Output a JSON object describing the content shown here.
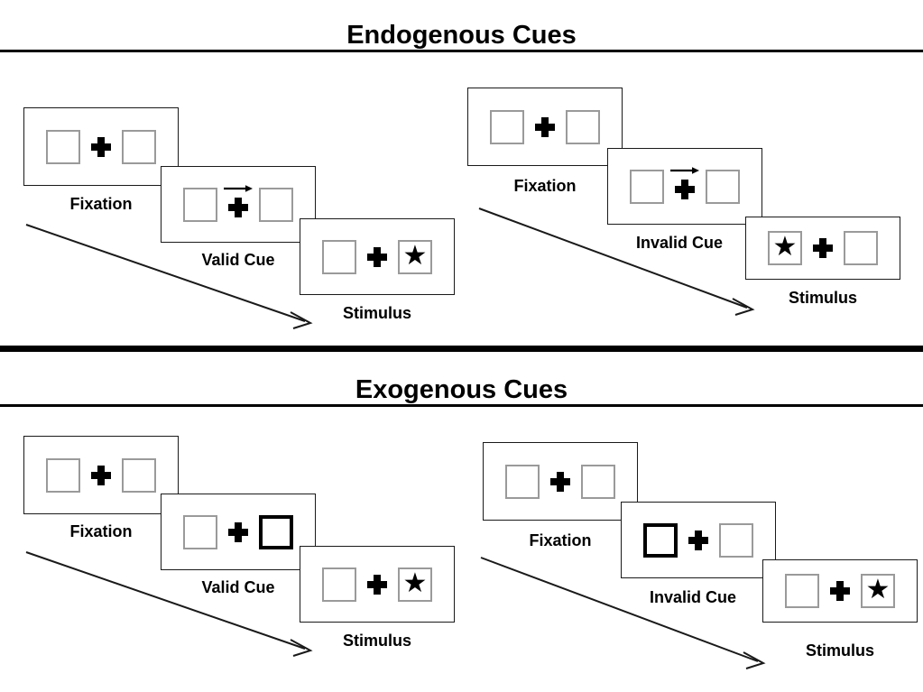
{
  "figure": {
    "sections": [
      {
        "id": "endogenous",
        "title": "Endogenous Cues",
        "sequences": [
          {
            "id": "endogenous-valid",
            "cue_type": "valid",
            "panels": [
              {
                "label": "Fixation",
                "left_box": "empty",
                "right_box": "empty",
                "cue": "none",
                "arrow_direction": ""
              },
              {
                "label": "Valid Cue",
                "left_box": "empty",
                "right_box": "empty",
                "cue": "arrow",
                "arrow_direction": "right"
              },
              {
                "label": "Stimulus",
                "left_box": "empty",
                "right_box": "star",
                "cue": "none",
                "arrow_direction": ""
              }
            ]
          },
          {
            "id": "endogenous-invalid",
            "cue_type": "invalid",
            "panels": [
              {
                "label": "Fixation",
                "left_box": "empty",
                "right_box": "empty",
                "cue": "none",
                "arrow_direction": ""
              },
              {
                "label": "Invalid Cue",
                "left_box": "empty",
                "right_box": "empty",
                "cue": "arrow",
                "arrow_direction": "right"
              },
              {
                "label": "Stimulus",
                "left_box": "star",
                "right_box": "empty",
                "cue": "none",
                "arrow_direction": ""
              }
            ]
          }
        ]
      },
      {
        "id": "exogenous",
        "title": "Exogenous Cues",
        "sequences": [
          {
            "id": "exogenous-valid",
            "cue_type": "valid",
            "panels": [
              {
                "label": "Fixation",
                "left_box": "empty",
                "right_box": "empty",
                "cue": "none",
                "arrow_direction": ""
              },
              {
                "label": "Valid Cue",
                "left_box": "empty",
                "right_box": "cued",
                "cue": "box-flash",
                "arrow_direction": ""
              },
              {
                "label": "Stimulus",
                "left_box": "empty",
                "right_box": "star",
                "cue": "none",
                "arrow_direction": ""
              }
            ]
          },
          {
            "id": "exogenous-invalid",
            "cue_type": "invalid",
            "panels": [
              {
                "label": "Fixation",
                "left_box": "empty",
                "right_box": "empty",
                "cue": "none",
                "arrow_direction": ""
              },
              {
                "label": "Invalid Cue",
                "left_box": "cued",
                "right_box": "empty",
                "cue": "box-flash",
                "arrow_direction": ""
              },
              {
                "label": "Stimulus",
                "left_box": "empty",
                "right_box": "star",
                "cue": "none",
                "arrow_direction": ""
              }
            ]
          }
        ]
      }
    ],
    "glyphs": {
      "star": "★",
      "fixation_cross": "plus-cross",
      "cue_arrow": "rightwards-arrow"
    },
    "colors": {
      "stroke": "#1a1a1a",
      "placeholder_box": "#9a9a9a",
      "cued_box": "#000000",
      "text": "#000000",
      "background": "#ffffff"
    }
  }
}
